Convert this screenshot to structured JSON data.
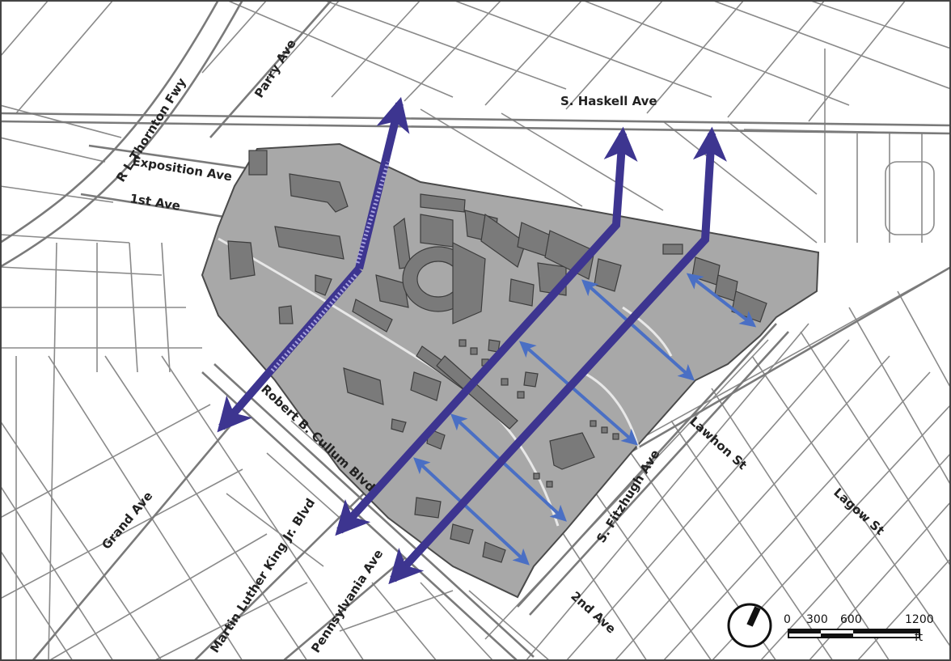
{
  "map": {
    "street_labels": {
      "rl_thornton_fwy": "R L Thornton Fwy",
      "parry_ave": "Parry Ave",
      "s_haskell_ave": "S. Haskell Ave",
      "exposition_ave": "Exposition Ave",
      "first_ave": "1st Ave",
      "robert_b_cullum_blvd": "Robert B. Cullum Blvd",
      "grand_ave": "Grand Ave",
      "mlk_jr_blvd": "Martin Luther King Jr. Blvd",
      "pennsylvania_ave": "Pennsylvania Ave",
      "s_fitzhugh_ave": "S. Fitzhugh Ave",
      "lawhon_st": "Lawhon St",
      "lagow_st": "Lagow St",
      "second_ave": "2nd Ave"
    },
    "scale_bar": {
      "ticks": [
        "0",
        "300",
        "600",
        "1200"
      ],
      "unit": "ft"
    },
    "colors": {
      "park_fill": "#a8a8a8",
      "building_fill": "#7a7a7a",
      "primary_arrow": "#3d3590",
      "secondary_arrow": "#4a6fc4",
      "street_line": "#8a8a8a"
    },
    "icons": {
      "north_arrow": "north-arrow-icon"
    }
  }
}
